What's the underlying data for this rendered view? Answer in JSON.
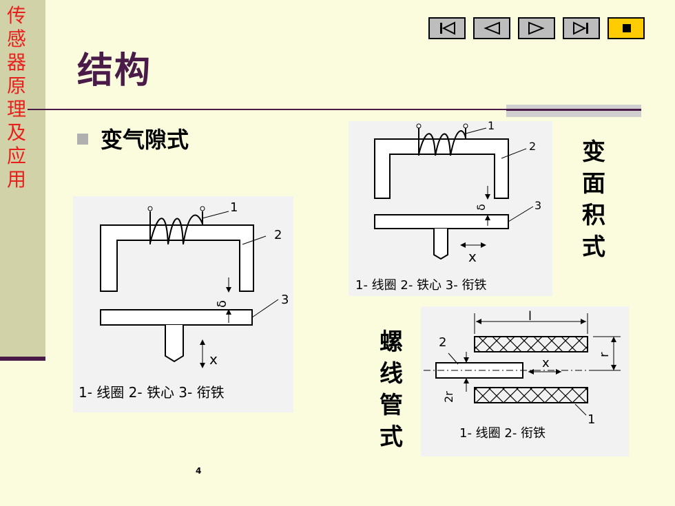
{
  "sidebar": {
    "chars": [
      "传",
      "感",
      "器",
      "原",
      "理",
      "及",
      "应",
      "用"
    ]
  },
  "title": "结构",
  "bullet": "变气隙式",
  "nav": {
    "first": "first-slide",
    "prev": "previous-slide",
    "next": "next-slide",
    "last": "last-slide",
    "stop": "end-show"
  },
  "diagram_gap": {
    "labels": {
      "n1": "1",
      "n2": "2",
      "n3": "3",
      "delta": "δ",
      "x": "x"
    },
    "caption": "1- 线圈  2- 铁心  3- 衔铁"
  },
  "diagram_area": {
    "labels": {
      "n1": "1",
      "n2": "2",
      "n3": "3",
      "delta": "δ",
      "x": "x"
    },
    "caption": "1- 线圈  2- 铁心  3- 衔铁"
  },
  "diagram_solenoid": {
    "labels": {
      "l": "l",
      "n2": "2",
      "x": "x",
      "r": "r",
      "n1": "1",
      "r2": "2r"
    },
    "caption": "1- 线圈  2- 衔铁"
  },
  "vlabel_area": [
    "变",
    "面",
    "积",
    "式"
  ],
  "vlabel_solenoid": [
    "螺",
    "线",
    "管",
    "式"
  ],
  "page_number": "4"
}
